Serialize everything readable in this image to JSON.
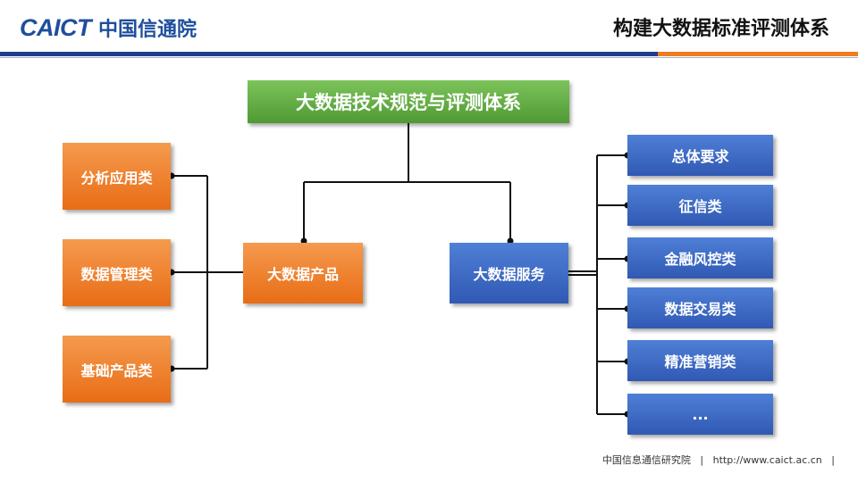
{
  "header": {
    "logo_en": "CAICT",
    "logo_cn": "中国信通院",
    "title": "构建大数据标准评测体系"
  },
  "diagram": {
    "root": "大数据技术规范与评测体系",
    "product": {
      "label": "大数据产品",
      "children": [
        "分析应用类",
        "数据管理类",
        "基础产品类"
      ]
    },
    "service": {
      "label": "大数据服务",
      "children": [
        "总体要求",
        "征信类",
        "金融风控类",
        "数据交易类",
        "精准营销类",
        "..."
      ]
    }
  },
  "footer": {
    "org": "中国信息通信研究院",
    "separator": "|",
    "url": "http://www.caict.ac.cn",
    "end_mark": "|"
  },
  "colors": {
    "green": "#5aa53c",
    "orange": "#ee7a22",
    "blue": "#3b6cc6",
    "brand_blue": "#1f3f8c",
    "accent_orange": "#f07c1e"
  }
}
